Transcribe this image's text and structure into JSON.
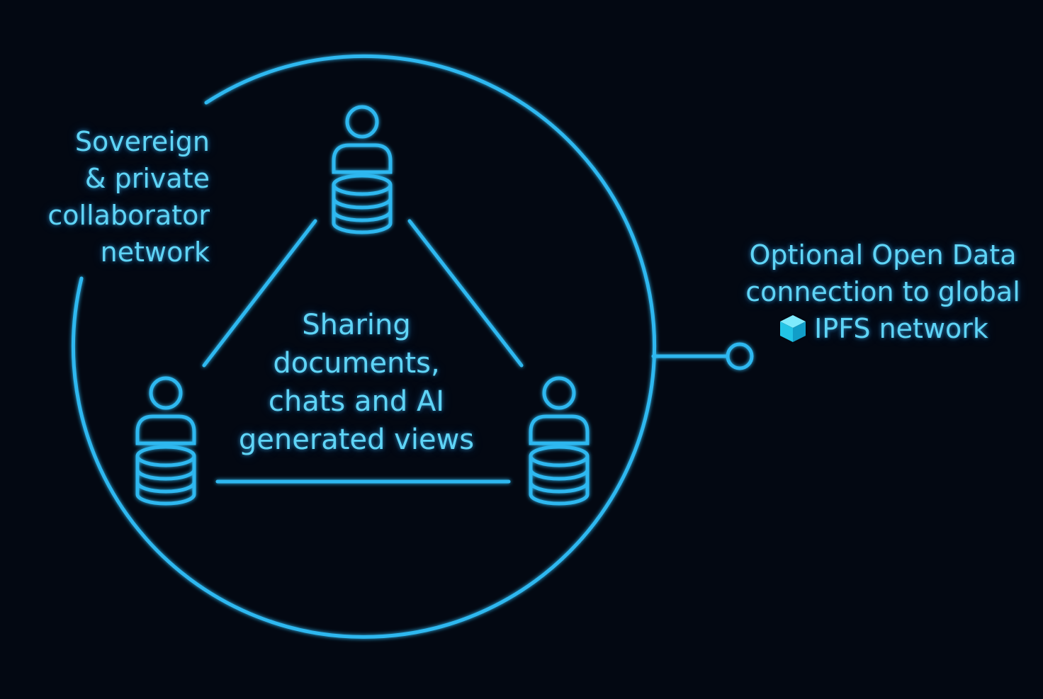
{
  "colors": {
    "background": "#030812",
    "accent": "#2fb8f0",
    "text": "#5fd4f6",
    "cube": "#22d3ee"
  },
  "labels": {
    "left": [
      "Sovereign",
      "& private",
      "collaborator",
      "network"
    ],
    "center": [
      "Sharing",
      "documents,",
      "chats and AI",
      "generated views"
    ],
    "right": {
      "line1": "Optional Open Data",
      "line2": "connection to global",
      "line3": "IPFS network"
    }
  },
  "nodes": [
    {
      "name": "top-node",
      "icon": "user-database-icon"
    },
    {
      "name": "left-node",
      "icon": "user-database-icon"
    },
    {
      "name": "right-node",
      "icon": "user-database-icon"
    }
  ],
  "icons": {
    "network_icon": "cube-icon"
  }
}
